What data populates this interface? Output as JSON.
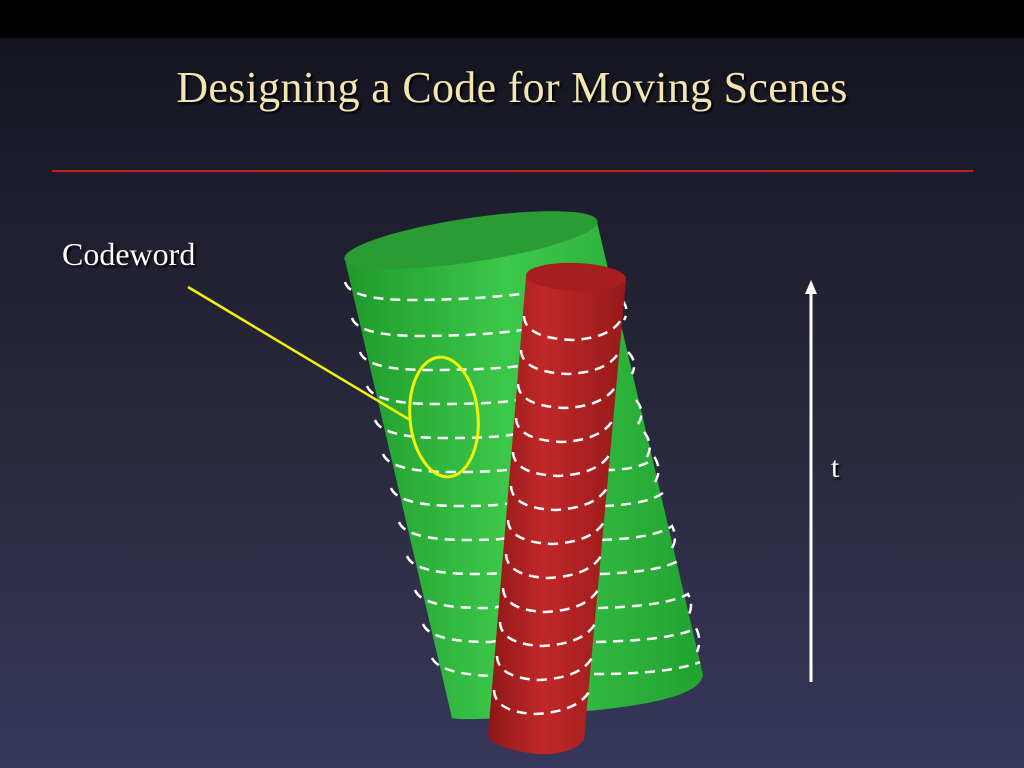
{
  "slide": {
    "title": "Designing a Code for Moving Scenes"
  },
  "labels": {
    "codeword": "Codeword",
    "time_axis": "t"
  },
  "colors": {
    "title": "#f4e6b0",
    "rule": "#b8231f",
    "green_cylinder": "#2cb33a",
    "red_cylinder": "#b52525",
    "slice_lines": "#ffffff",
    "highlight": "#f2f20a",
    "time_arrow": "#ffffff"
  },
  "icons": {
    "time_axis": "up-arrow",
    "codeword_marker": "ellipse"
  }
}
